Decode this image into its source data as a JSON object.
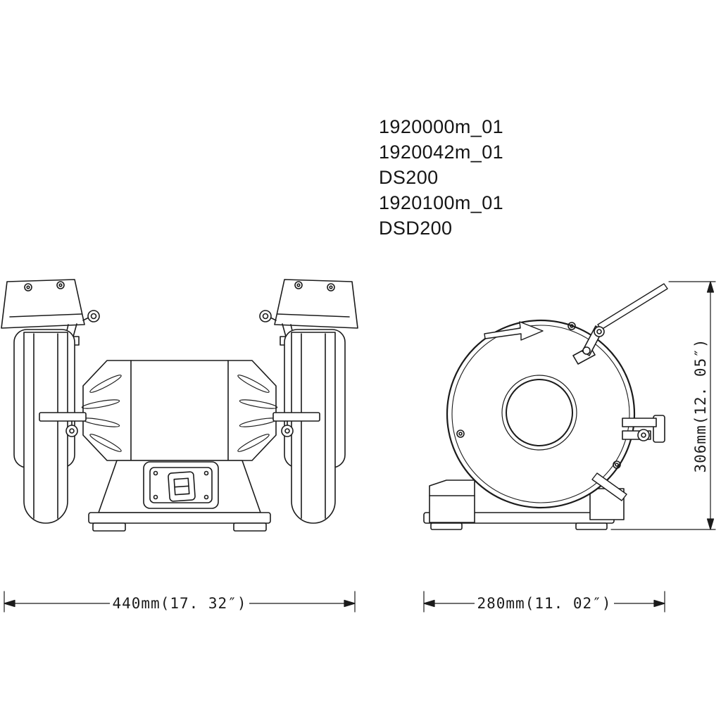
{
  "page": {
    "background": "#ffffff",
    "ink": "#1b1b1b"
  },
  "part_numbers": {
    "lines": [
      "1920000m_01",
      "1920042m_01",
      "DS200",
      "1920100m_01",
      "DSD200"
    ]
  },
  "dimensions": {
    "front_width": "440mm(17. 32″)",
    "side_depth": "280mm(11. 02″)",
    "side_height": "306mm(12. 05″)"
  }
}
